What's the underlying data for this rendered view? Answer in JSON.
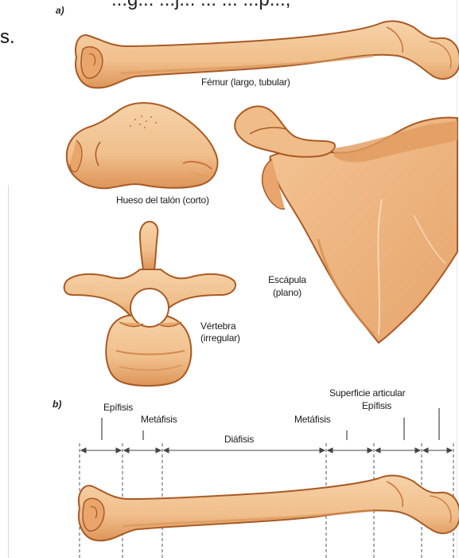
{
  "top_cut": {
    "line_text": "...g... ...j... ... ... ...p...,",
    "left_fragment": "s."
  },
  "panels": {
    "a": "a)",
    "b": "b)"
  },
  "labels_a": {
    "femur": "Fémur (largo, tubular)",
    "heel": "Hueso del talón (corto)",
    "scapula_1": "Escápula",
    "scapula_2": "(plano)",
    "vertebra_1": "Vértebra",
    "vertebra_2": "(irregular)"
  },
  "labels_b": {
    "epifisis_left": "Epífisis",
    "metafisis_left": "Metáfisis",
    "diafisis": "Diáfisis",
    "metafisis_right": "Metáfisis",
    "superficie": "Superficie articular",
    "epifisis_right": "Epífisis"
  },
  "colors": {
    "bone_light": "#f3c89a",
    "bone_mid": "#e8a36a",
    "bone_dark": "#c8733a",
    "outline": "#a85a25",
    "line": "#333333",
    "guide": "#666666"
  }
}
